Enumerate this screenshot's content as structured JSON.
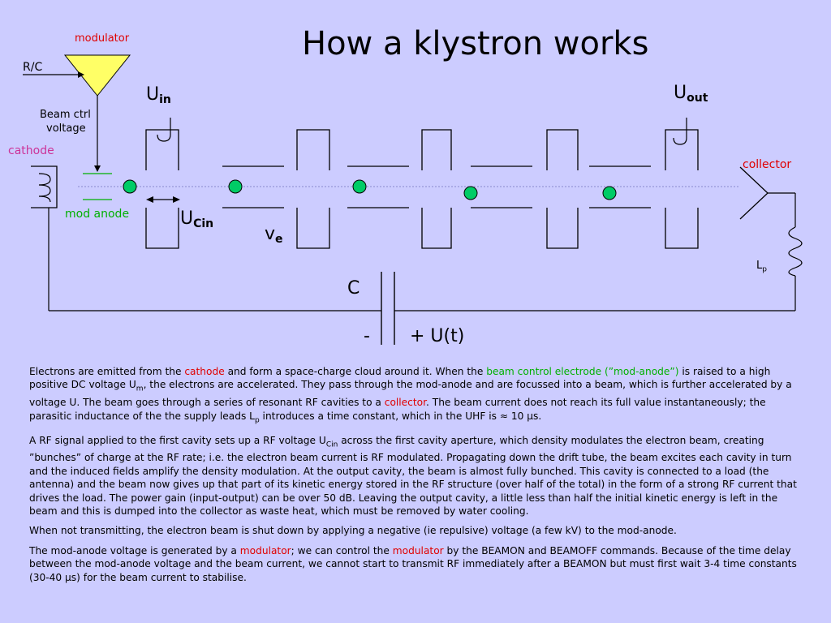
{
  "title": "How a klystron works",
  "labels": {
    "modulator": "modulator",
    "rc": "R/C",
    "beam_ctrl_1": "Beam ctrl",
    "beam_ctrl_2": "voltage",
    "cathode": "cathode",
    "mod_anode": "mod anode",
    "collector": "collector",
    "u_in": "U",
    "u_in_sub": "in",
    "u_out": "U",
    "u_out_sub": "out",
    "u_cin": "U",
    "u_cin_sub": "Cin",
    "ve": "v",
    "ve_sub": "e",
    "c": "C",
    "lp": "L",
    "lp_sub": "p",
    "minus": "-",
    "plus_ut": "+ U(t)"
  },
  "paragraphs": {
    "p1": {
      "a": "Electrons are emitted from the ",
      "b": "cathode",
      "c": " and form a space-charge cloud around it. When the ",
      "d": "beam control electrode (”mod-anode”)",
      "e": " is raised to a high positive DC voltage U",
      "f": "m",
      "g": ", the electrons are accelerated. They pass through the mod-anode and are focussed into a beam, which is further accelerated by a voltage U. The beam goes through a series of resonant RF cavities to a ",
      "h": "collector",
      "i": ". The beam current does not reach its full value instantaneously; the parasitic inductance of the the supply leads L",
      "j": "p",
      "k": " introduces a time constant, which in the UHF is ≈ 10 µs."
    },
    "p2": {
      "a": "A RF signal applied to the first cavity sets up a RF voltage U",
      "b": "Cin",
      "c": " across the first cavity aperture, which density modulates the electron beam, creating ”bunches” of charge at the RF rate; i.e. the electron beam current is RF modulated. Propagating down the drift tube, the beam excites each cavity in turn and the induced fields amplify the density modulation. At the output cavity, the beam is almost fully bunched. This cavity is connected to a load (the antenna) and the beam now gives up that part of its kinetic energy stored in the RF structure (over half of the total) in the form of a strong RF current that drives the load. The power gain (input-output) can be over 50 dB. Leaving the output cavity, a little less than half the initial kinetic energy is left in the beam and this is dumped into the collector as waste heat, which must be removed by water cooling."
    },
    "p3": "When not transmitting, the electron beam is shut down by applying a negative (ie repulsive) voltage (a few kV) to the mod-anode.",
    "p4": {
      "a": "The mod-anode voltage is generated by a ",
      "b": "modulator",
      "c": "; we can control the ",
      "d": "modulator",
      "e": " by the BEAMON and BEAMOFF commands. Because of the time delay between the mod-anode voltage and the beam current, we cannot start to transmit RF immediately after a BEAMON but must first wait 3-4 time constants (30-40 µs) for the beam current to stabilise."
    }
  },
  "colors": {
    "background": "#ccccff",
    "modulator_fill": "#ffff66",
    "electron_fill": "#00cc66",
    "beam_line": "#8888cc",
    "red_text": "#e00000",
    "magenta_text": "#cc3399",
    "green_text": "#00b000"
  }
}
